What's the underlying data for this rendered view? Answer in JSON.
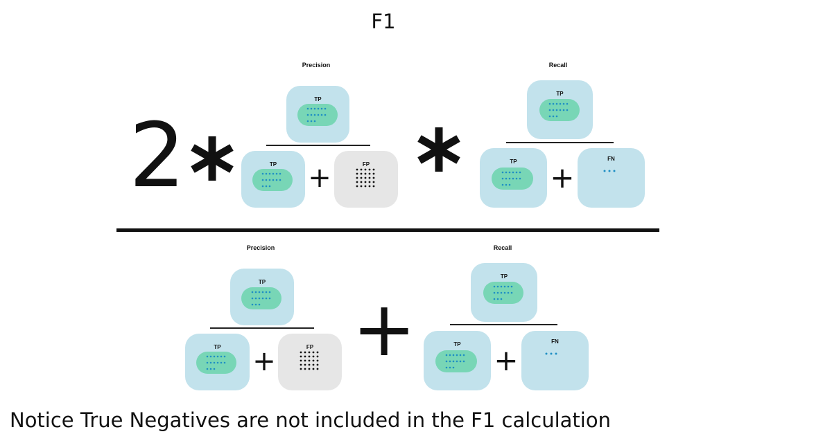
{
  "title": "F1",
  "numerator": {
    "factor": "2",
    "precision": {
      "label": "Precision",
      "numerator_box": "TP",
      "denominator_boxes": [
        "TP",
        "FP"
      ],
      "operator": "+"
    },
    "recall": {
      "label": "Recall",
      "numerator_box": "TP",
      "denominator_boxes": [
        "TP",
        "FN"
      ],
      "operator": "+"
    }
  },
  "denominator": {
    "precision": {
      "label": "Precision",
      "numerator_box": "TP",
      "denominator_boxes": [
        "TP",
        "FP"
      ],
      "operator": "+"
    },
    "operator": "+",
    "recall": {
      "label": "Recall",
      "numerator_box": "TP",
      "denominator_boxes": [
        "TP",
        "FN"
      ],
      "operator": "+"
    }
  },
  "note": "Notice True Negatives are not included in the F1 calculation",
  "colors": {
    "tp_box": "#c2e2ec",
    "tp_pill": "#78d6b6",
    "dots_blue": "#1f8fc4",
    "fp_box": "#e6e6e6",
    "fp_dots": "#111111",
    "fn_box": "#c2e2ec"
  }
}
